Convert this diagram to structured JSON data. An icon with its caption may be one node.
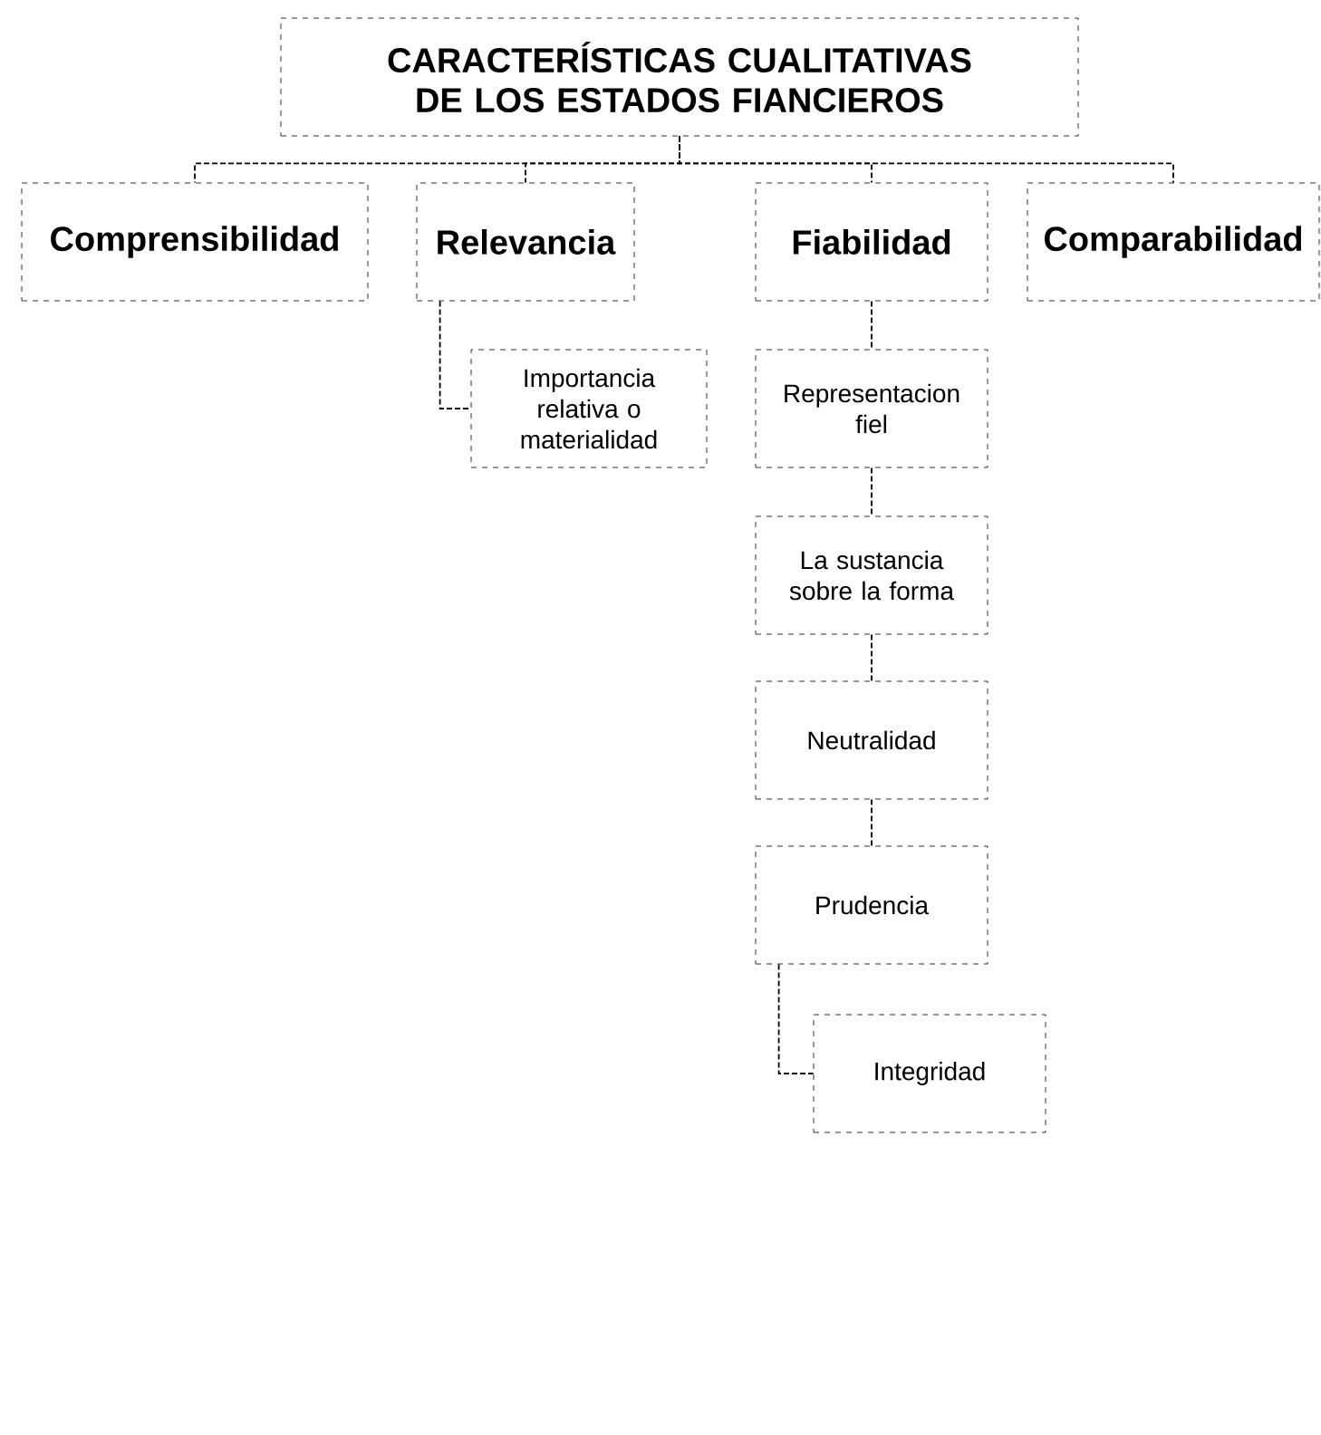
{
  "diagram": {
    "nodes": [
      {
        "text": [
          "CARACTERÍSTICAS CUALITATIVAS DE LOS ESTADOS FIANCIEROS"
        ]
      },
      {
        "text": [
          "Comprensibilidad"
        ]
      },
      {
        "text": [
          "Relevancia"
        ]
      },
      {
        "text": [
          "Fiabilidad"
        ]
      },
      {
        "text": [
          "Comparabilidad"
        ]
      },
      {
        "text": [
          "Importancia relativa o materialidad"
        ]
      },
      {
        "text": [
          "Representacion fiel"
        ]
      },
      {
        "text": [
          "La sustancia sobre la forma"
        ]
      },
      {
        "text": [
          "Neutralidad"
        ]
      },
      {
        "text": [
          "Prudencia"
        ]
      },
      {
        "text": [
          "Integridad"
        ]
      }
    ],
    "edges": [
      {
        "from": 0,
        "to": 1,
        "arrow": "none",
        "style": "dashed"
      },
      {
        "from": 0,
        "to": 2,
        "arrow": "none",
        "style": "dashed"
      },
      {
        "from": 0,
        "to": 3,
        "arrow": "none",
        "style": "dashed"
      },
      {
        "from": 0,
        "to": 4,
        "arrow": "none",
        "style": "dashed"
      },
      {
        "from": 2,
        "to": 5,
        "arrow": "none",
        "style": "dashed"
      },
      {
        "from": 3,
        "to": 6,
        "arrow": "none",
        "style": "dashed"
      },
      {
        "from": 6,
        "to": 7,
        "arrow": "none",
        "style": "dashed"
      },
      {
        "from": 7,
        "to": 8,
        "arrow": "none",
        "style": "dashed"
      },
      {
        "from": 8,
        "to": 9,
        "arrow": "none",
        "style": "dashed"
      },
      {
        "from": 9,
        "to": 10,
        "arrow": "none",
        "style": "dashed"
      }
    ]
  }
}
